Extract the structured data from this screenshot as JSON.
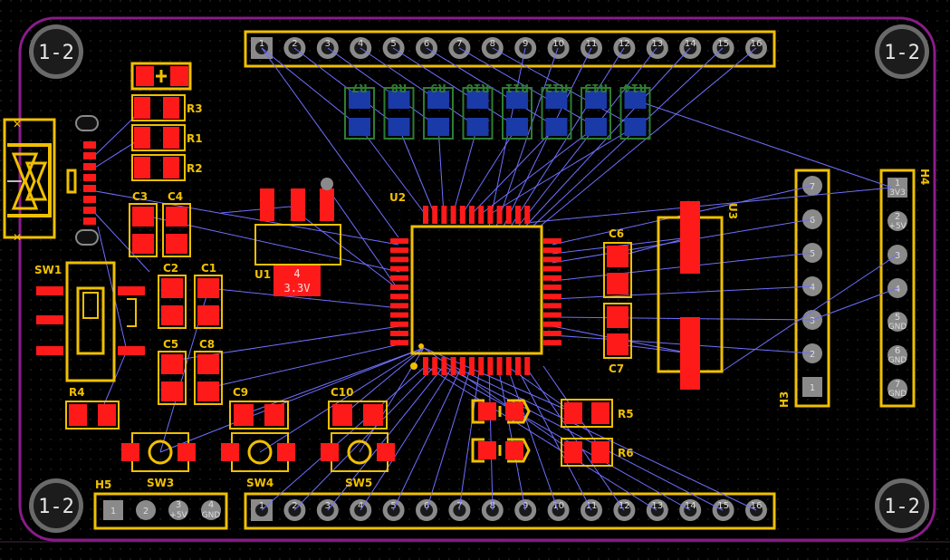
{
  "colors": {
    "background": "#000000",
    "board_outline": "#8a1b8a",
    "silk": "#f0c000",
    "pad_red": "#ff1a1a",
    "pad_blue": "#1a3aa8",
    "pad_gray": "#8a8a8a",
    "ratsnest": "#6f6fff",
    "bottom_silk": "#2e7d32"
  },
  "mount_hole_label": "1-2",
  "refs": {
    "R1": "R1",
    "R2": "R2",
    "R3": "R3",
    "R4": "R4",
    "R5": "R5",
    "R6": "R6",
    "C1": "C1",
    "C2": "C2",
    "C3": "C3",
    "C4": "C4",
    "C5": "C5",
    "C6": "C6",
    "C7": "C7",
    "C8": "C8",
    "C9": "C9",
    "C10": "C10",
    "SW1": "SW1",
    "SW3": "SW3",
    "SW4": "SW4",
    "SW5": "SW5",
    "U1": "U1",
    "U2": "U2",
    "U3": "U3",
    "H3": "H3",
    "H4": "H4",
    "H5": "H5"
  },
  "bottom_resistors": [
    "R7",
    "R8",
    "R9",
    "R10",
    "R11",
    "R12",
    "R13",
    "R14"
  ],
  "u1_pad": {
    "number": "4",
    "voltage": "3.3V"
  },
  "header_top_pins": [
    "1",
    "2",
    "3",
    "4",
    "5",
    "6",
    "7",
    "8",
    "9",
    "10",
    "11",
    "12",
    "13",
    "14",
    "15",
    "16"
  ],
  "header_bottom_pins": [
    "1",
    "2",
    "3",
    "4",
    "5",
    "6",
    "7",
    "8",
    "9",
    "10",
    "11",
    "12",
    "13",
    "14",
    "15",
    "16"
  ],
  "h3_pins": [
    "7",
    "6",
    "5",
    "4",
    "3",
    "2",
    "1"
  ],
  "h4_pins": [
    {
      "num": "1",
      "sub": "3V3"
    },
    {
      "num": "2",
      "sub": "+5V"
    },
    {
      "num": "3",
      "sub": ""
    },
    {
      "num": "4",
      "sub": ""
    },
    {
      "num": "5",
      "sub": "GND"
    },
    {
      "num": "6",
      "sub": "GND"
    },
    {
      "num": "7",
      "sub": "GND"
    }
  ],
  "h5_pins": [
    {
      "num": "1",
      "sub": ""
    },
    {
      "num": "2",
      "sub": ""
    },
    {
      "num": "3",
      "sub": "+5V"
    },
    {
      "num": "4",
      "sub": "GND"
    }
  ]
}
